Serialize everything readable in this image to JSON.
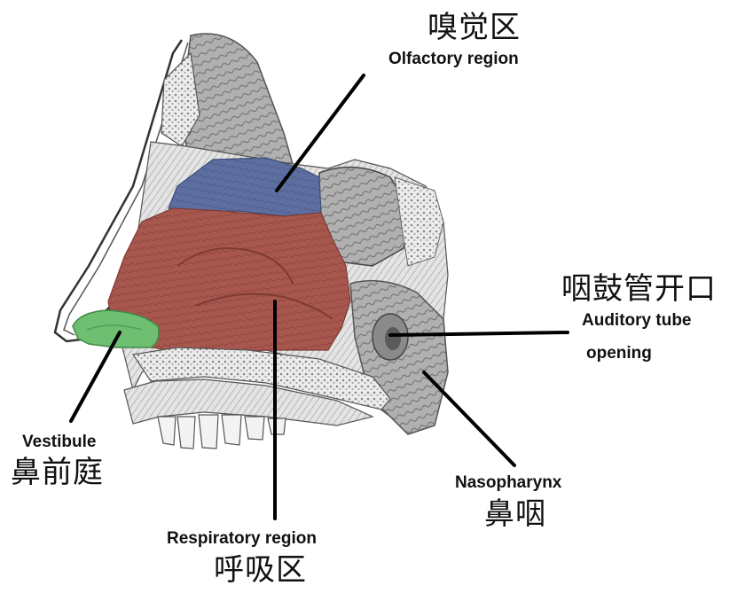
{
  "labels": {
    "olfactory": {
      "zh": "嗅觉区",
      "en": "Olfactory region"
    },
    "auditory": {
      "zh": "咽鼓管开口",
      "en_line1": "Auditory tube",
      "en_line2": "opening"
    },
    "vestibule": {
      "en": "Vestibule",
      "zh": "鼻前庭"
    },
    "nasopharynx": {
      "en": "Nasopharynx",
      "zh": "鼻咽"
    },
    "respiratory": {
      "en": "Respiratory region",
      "zh": "呼吸区"
    }
  },
  "colors": {
    "olfactory_region": "#5d6fa0",
    "respiratory_region": "#a8574e",
    "vestibule_region": "#6fbf73",
    "bone": "#d9d9d9",
    "leader_line": "#000000"
  }
}
